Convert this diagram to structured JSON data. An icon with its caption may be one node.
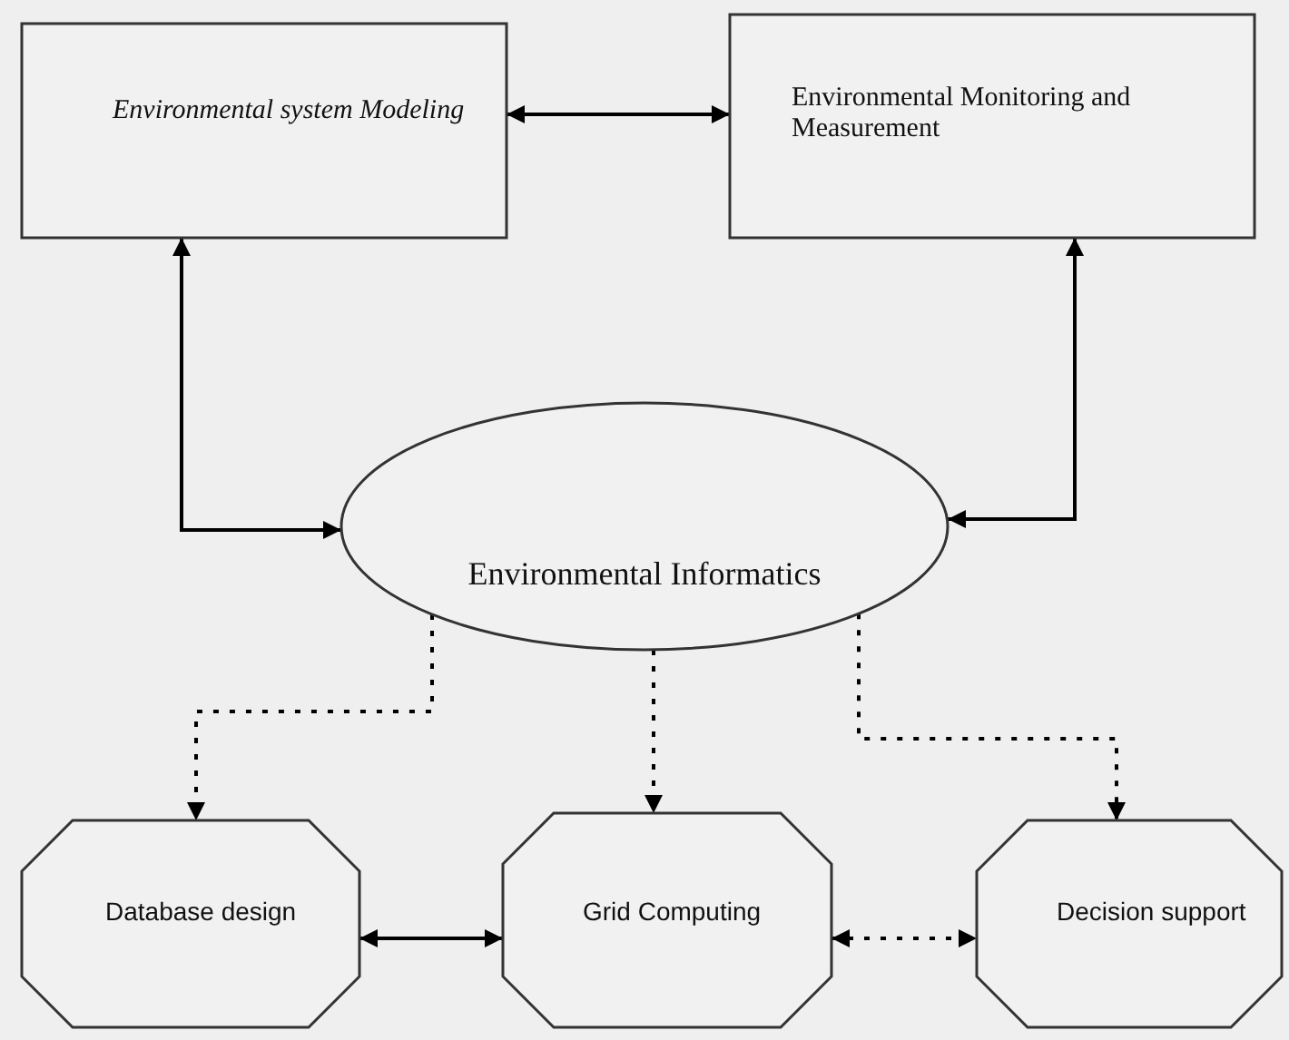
{
  "diagram": {
    "nodes": [
      {
        "text": [
          "Environmental system Modeling"
        ]
      },
      {
        "text": [
          "Environmental Monitoring and Measurement"
        ]
      },
      {
        "text": [
          "Environmental Informatics"
        ]
      },
      {
        "text": [
          "Database design"
        ]
      },
      {
        "text": [
          "Grid Computing"
        ]
      },
      {
        "text": [
          "Decision support"
        ]
      }
    ],
    "edges": [
      {
        "from": 0,
        "to": 1,
        "arrow": "both"
      },
      {
        "from": 2,
        "to": 0,
        "arrow": "both"
      },
      {
        "from": 2,
        "to": 1,
        "arrow": "both"
      },
      {
        "from": 2,
        "to": 3,
        "arrow": "to",
        "style": "dashed"
      },
      {
        "from": 2,
        "to": 4,
        "arrow": "to",
        "style": "dashed"
      },
      {
        "from": 2,
        "to": 5,
        "arrow": "to",
        "style": "dashed"
      },
      {
        "from": 3,
        "to": 4,
        "arrow": "both"
      },
      {
        "from": 4,
        "to": 5,
        "arrow": "both",
        "style": "dashed"
      }
    ]
  }
}
